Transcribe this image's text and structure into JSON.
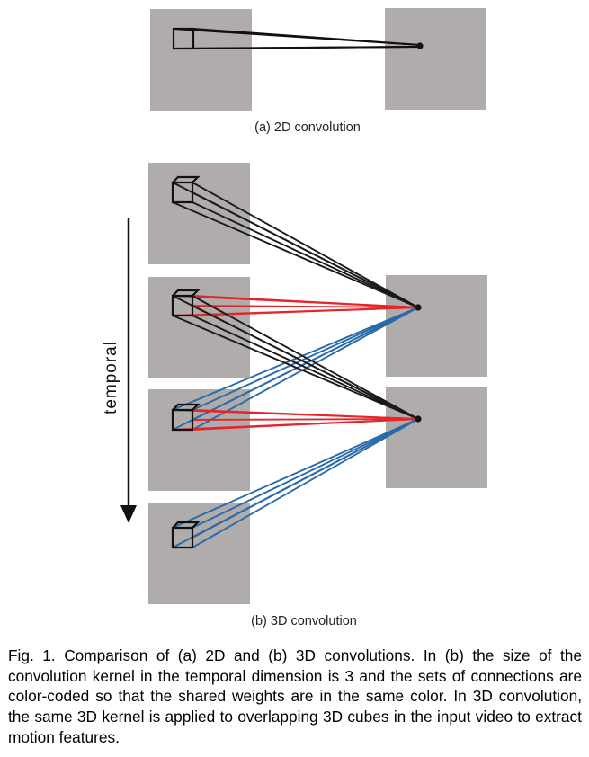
{
  "diagram": {
    "panel_2d_caption": "(a) 2D convolution",
    "panel_3d_caption": "(b) 3D convolution",
    "temporal_axis_label": "temporal",
    "colors": {
      "frame_fill": "#b0acac",
      "kernel_stroke": "#111111",
      "connection_black": "#1a1a1a",
      "connection_red": "#e3262b",
      "connection_blue": "#2a6aa6"
    }
  },
  "caption": {
    "text": "Fig. 1. Comparison of (a) 2D and (b) 3D convolutions. In (b) the size of the convolution kernel in the temporal dimension is 3 and the sets of connections are color-coded so that the shared weights are in the same color. In 3D convolution, the same 3D kernel is applied to overlapping 3D cubes in the input video to extract motion features."
  }
}
